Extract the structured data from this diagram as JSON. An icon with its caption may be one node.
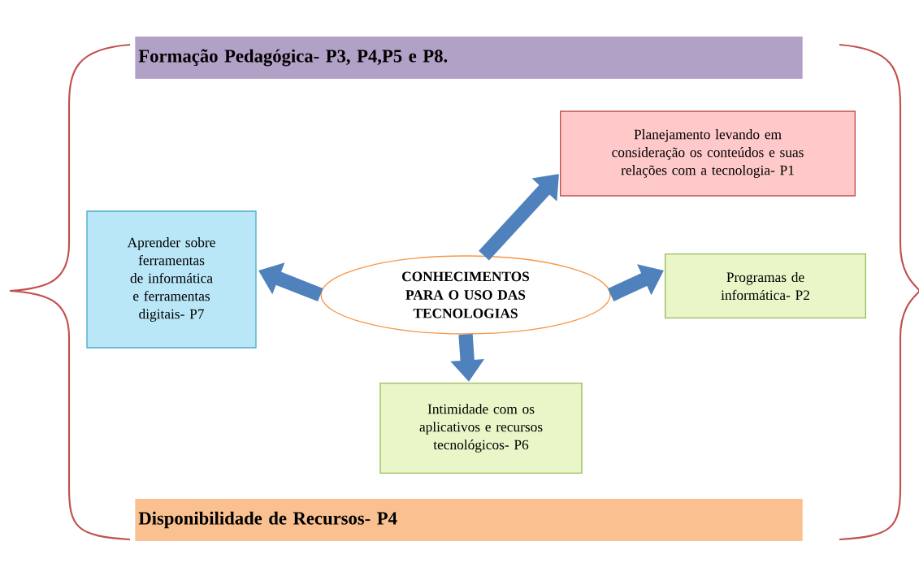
{
  "diagram": {
    "nodes": [
      {
        "text": [
          "Formação Pedagógica- P3, P4,P5 e P8."
        ]
      },
      {
        "text": [
          "Planejamento levando em consideração os conteúdos e suas relações com a tecnologia- P1"
        ]
      },
      {
        "text": [
          "Aprender sobre ferramentas de informática e ferramentas digitais- P7"
        ]
      },
      {
        "text": [
          "CONHECIMENTOS PARA O USO DAS TECNOLOGIAS"
        ]
      },
      {
        "text": [
          "Programas de informática- P2"
        ]
      },
      {
        "text": [
          "Intimidade com os aplicativos e recursos tecnológicos- P6"
        ]
      },
      {
        "text": [
          "Disponibilidade de Recursos- P4"
        ]
      }
    ],
    "edges": [
      {
        "from": 3,
        "to": 1,
        "arrow": "to"
      },
      {
        "from": 3,
        "to": 2,
        "arrow": "to"
      },
      {
        "from": 3,
        "to": 4,
        "arrow": "to"
      },
      {
        "from": 3,
        "to": 5,
        "arrow": "to"
      }
    ]
  }
}
